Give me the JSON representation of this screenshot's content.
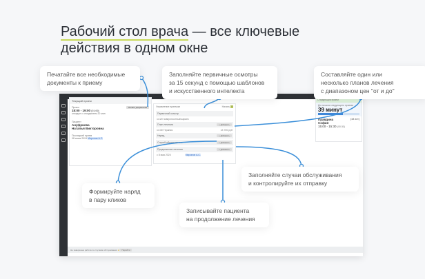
{
  "heading": {
    "line1_highlight": "Рабочий стол врача",
    "line1_rest": " — все ключевые",
    "line2": "действия в одном окне"
  },
  "callouts": {
    "print": [
      "Печатайте все необходимые",
      "документы к приему"
    ],
    "exam": [
      "Заполняйте первичные осмотры",
      "за 15 секунд с помощью шаблонов",
      "и искусственного интелекта"
    ],
    "plans": [
      "Составляйте один или",
      "несколько планов лечения",
      "с диапазоном цен \"от и до\""
    ],
    "order": [
      "Формируйте наряд",
      "в пару кликов"
    ],
    "followup": [
      "Записывайте пациента",
      "на продолжение лечения"
    ],
    "cases": [
      "Заполняйте случаи обслуживания",
      "и контролируйте их отправку"
    ]
  },
  "app": {
    "current": {
      "title": "Текущий прием",
      "reception_label": "Прием",
      "time": "18:00 - 19:00",
      "duration": "(01:00)",
      "note": "опоздал с опозданием 20 мин",
      "print_button": "Печать документов",
      "patient_label": "Пациент",
      "patient_name1": "Ануфриева",
      "patient_name2": "Наталья Викторовна",
      "last_label": "Последний прием",
      "last_date": "08 июня 2024",
      "doctor_tag": "Миронов А.С."
    },
    "manage": {
      "title": "Управление приемом",
      "ready_label": "Начать",
      "ready": "30",
      "exam_label": "Первичный осмотр",
      "exam_time": "14:20",
      "exam_text": "поверхностный кариес",
      "plan_label": "План лечения",
      "plan_time": "14:30",
      "plan_text": "Терапия",
      "plan_price": "13 700 руб",
      "order_label": "Наряд",
      "cases_label": "Случай обслуживания",
      "cont_label": "Продолжение лечения",
      "cont_date": "с 8 мая 2024",
      "doctor_tag": "Миронов А.С.",
      "add": "+ Добавить"
    },
    "next": {
      "title": "Следующий прием",
      "until": "До начала следующего приема",
      "minutes": "39 минут",
      "progress": 0.6,
      "patient1": "Правдина",
      "patient2": "София",
      "age": "(15 лет)",
      "time": "15:00 - 15:30",
      "dur": "(00:30)"
    },
    "bottom": {
      "text": "Не завершена работа по случаям обслуживания",
      "button": "Перейти"
    }
  }
}
